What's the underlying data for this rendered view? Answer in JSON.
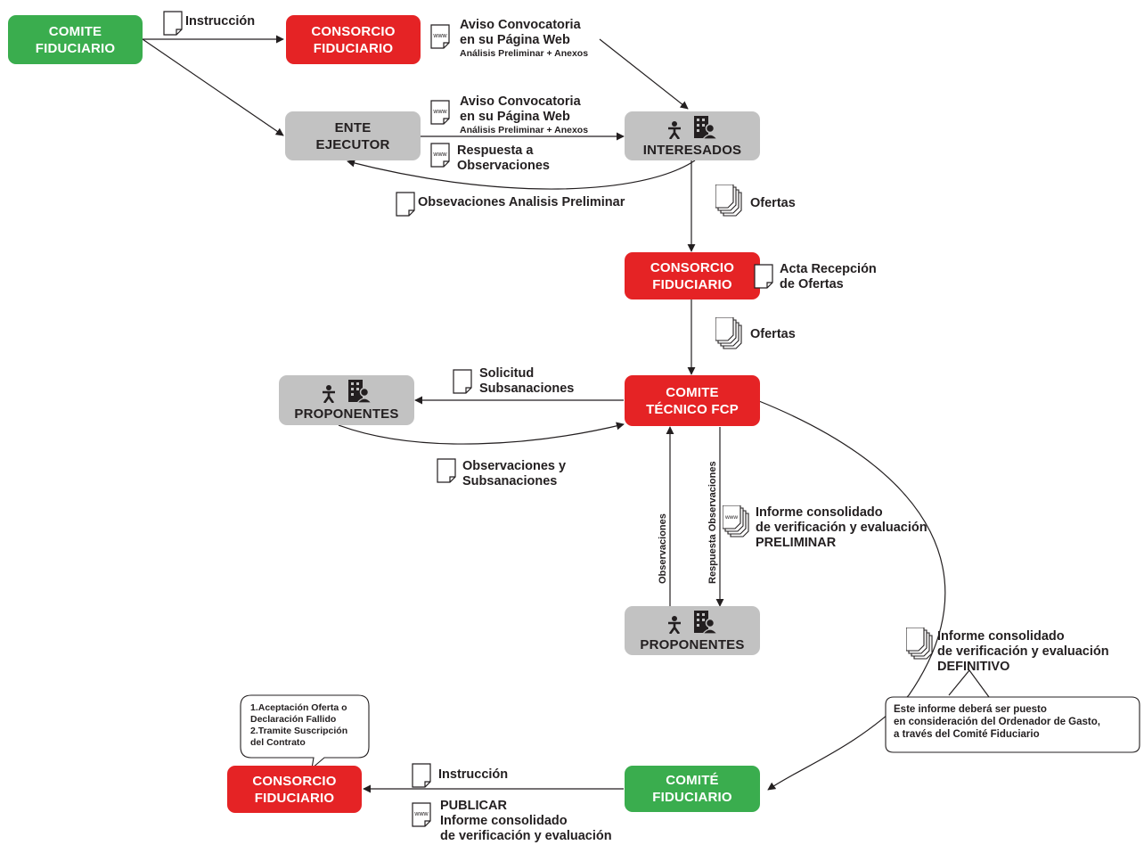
{
  "nodes": {
    "comite_fiduciario_top": [
      "COMITE",
      "FIDUCIARIO"
    ],
    "consorcio_top": [
      "CONSORCIO",
      "FIDUCIARIO"
    ],
    "ente_ejecutor": [
      "ENTE",
      "EJECUTOR"
    ],
    "interesados": "INTERESADOS",
    "consorcio_mid": [
      "CONSORCIO",
      "FIDUCIARIO"
    ],
    "proponentes_left": "PROPONENTES",
    "comite_tecnico": [
      "COMITE",
      "TÉCNICO FCP"
    ],
    "proponentes_bottom": "PROPONENTES",
    "comite_fiduciario_bottom": [
      "COMITÉ",
      "FIDUCIARIO"
    ],
    "consorcio_bottom": [
      "CONSORCIO",
      "FIDUCIARIO"
    ]
  },
  "labels": {
    "instruccion_top": "Instrucción",
    "aviso1": [
      "Aviso Convocatoria",
      "en su Página Web"
    ],
    "aviso1_small": "Análisis Preliminar + Anexos",
    "aviso2": [
      "Aviso Convocatoria",
      "en su Página Web"
    ],
    "aviso2_small": "Análisis Preliminar + Anexos",
    "respuesta": [
      "Respuesta a",
      "Observaciones"
    ],
    "obs_preliminar": "Obsevaciones Analisis Preliminar",
    "ofertas1": "Ofertas",
    "acta": [
      "Acta Recepción",
      "de Ofertas"
    ],
    "ofertas2": "Ofertas",
    "solicitud": [
      "Solicitud",
      "Subsanaciones"
    ],
    "obs_subsanaciones": [
      "Observaciones y",
      "Subsanaciones"
    ],
    "informe_preliminar": [
      "Informe consolidado",
      "de verificación y evaluación",
      "PRELIMINAR"
    ],
    "vert_observaciones": "Observaciones",
    "vert_respuesta": "Respuesta Observaciones",
    "informe_definitivo": [
      "Informe consolidado",
      "de verificación y evaluación",
      "DEFINITIVO"
    ],
    "nota_definitivo": [
      "Este informe deberá ser puesto",
      "en consideración del Ordenador de Gasto,",
      "a través del Comité Fiduciario"
    ],
    "callout": [
      "1.Aceptación Oferta o",
      "Declaración Fallido",
      "2.Tramite Suscripción",
      "del Contrato"
    ],
    "instruccion_bottom": "Instrucción",
    "publicar": [
      "PUBLICAR",
      "Informe consolidado",
      "de verificación y evaluación"
    ]
  },
  "icons": {
    "doc": "document-icon",
    "web": "www-document-icon",
    "stack": "document-stack-icon",
    "person": "person-icon",
    "building": "building-user-icon"
  },
  "colors": {
    "green": "#3aad4e",
    "red": "#e52325",
    "gray": "#c2c2c2",
    "text": "#231f20"
  },
  "www_text": "www"
}
